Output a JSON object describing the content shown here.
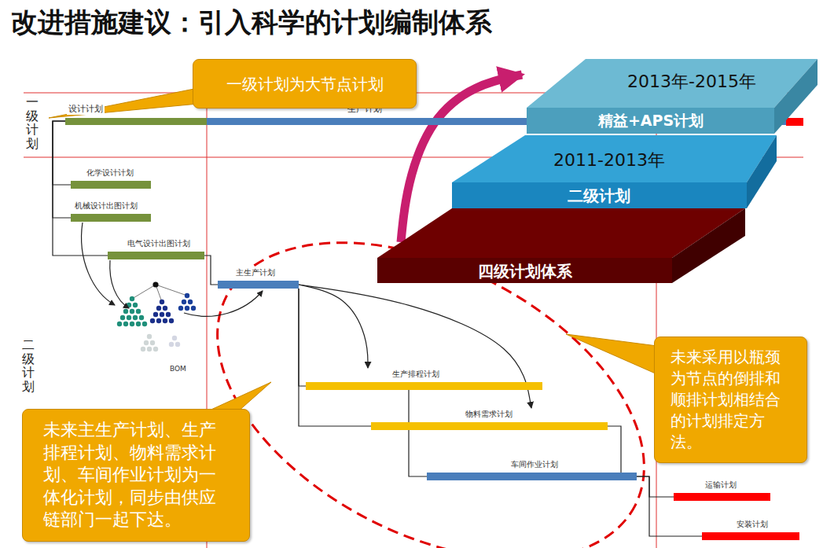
{
  "diagram": {
    "title": "改进措施建议：引入科学的计划编制体系",
    "nodes": [
      {
        "text": [
          "一级计划为大节点计划"
        ]
      },
      {
        "text": [
          "2013年-2015年",
          "精益+APS计划"
        ]
      },
      {
        "text": [
          "2011-2013年",
          "二级计划"
        ]
      },
      {
        "text": [
          "四级计划体系"
        ]
      },
      {
        "text": [
          "设计计划"
        ]
      },
      {
        "text": [
          "生产计划"
        ]
      },
      {
        "text": [
          "化学设计计划"
        ]
      },
      {
        "text": [
          "机械设计出图计划"
        ]
      },
      {
        "text": [
          "电气设计出图计划"
        ]
      },
      {
        "text": [
          "主生产计划"
        ]
      },
      {
        "text": [
          "生产排程计划"
        ]
      },
      {
        "text": [
          "物料需求计划"
        ]
      },
      {
        "text": [
          "车间作业计划"
        ]
      },
      {
        "text": [
          "运输计划"
        ]
      },
      {
        "text": [
          "安装计划"
        ]
      },
      {
        "text": [
          "未来采用以瓶颈为节点的倒排和顺排计划相结合的计划排定方法。"
        ]
      },
      {
        "text": [
          "未来主生产计划、生产排程计划、物料需求计划、车间作业计划为一体化计划，同步由供应链部门一起下达。"
        ]
      }
    ],
    "edges": [
      {
        "from": 3,
        "to": 1,
        "arrow": "to"
      },
      {
        "from": 4,
        "to": 6,
        "arrow": "none"
      },
      {
        "from": 4,
        "to": 7,
        "arrow": "none"
      },
      {
        "from": 4,
        "to": 8,
        "arrow": "none"
      },
      {
        "from": 8,
        "to": 9,
        "arrow": "none"
      },
      {
        "from": 9,
        "to": 10,
        "arrow": "to"
      },
      {
        "from": 9,
        "to": 11,
        "arrow": "to"
      },
      {
        "from": 9,
        "to": 10,
        "arrow": "none"
      },
      {
        "from": 9,
        "to": 11,
        "arrow": "none"
      },
      {
        "from": 10,
        "to": 12,
        "arrow": "none"
      },
      {
        "from": 11,
        "to": 12,
        "arrow": "none"
      },
      {
        "from": 12,
        "to": 13,
        "arrow": "none"
      },
      {
        "from": 12,
        "to": 14,
        "arrow": "none"
      }
    ],
    "labels": [
      "一级计划",
      "二级计划",
      "BOM"
    ]
  }
}
